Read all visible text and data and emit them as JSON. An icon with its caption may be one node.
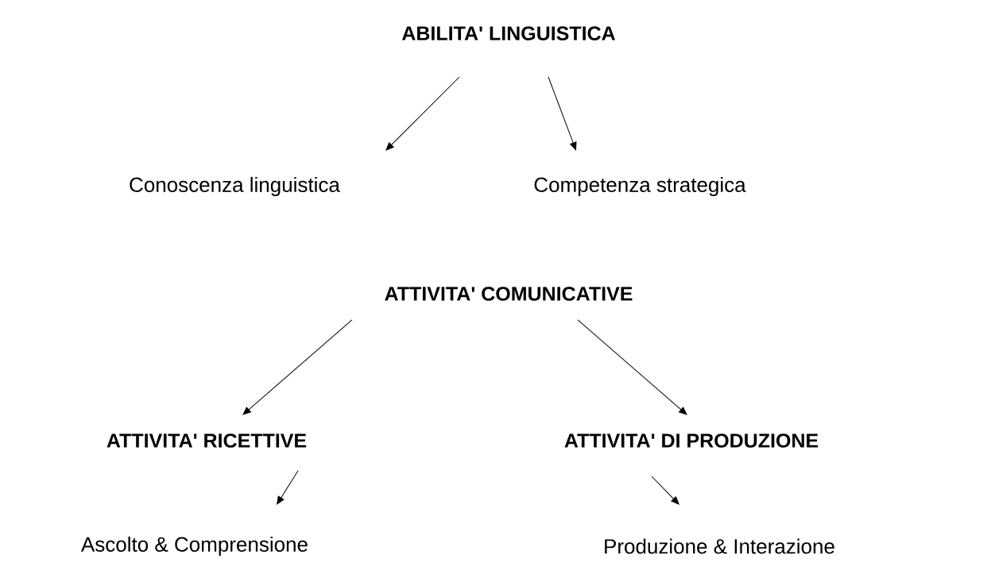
{
  "diagram": {
    "nodes": [
      {
        "text": [
          "ABILITA' LINGUISTICA"
        ]
      },
      {
        "text": [
          "Conoscenza linguistica"
        ]
      },
      {
        "text": [
          "Competenza strategica"
        ]
      },
      {
        "text": [
          "ATTIVITA' COMUNICATIVE"
        ]
      },
      {
        "text": [
          "ATTIVITA' RICETTIVE"
        ]
      },
      {
        "text": [
          "ATTIVITA' DI PRODUZIONE"
        ]
      },
      {
        "text": [
          "Ascolto & Comprensione"
        ]
      },
      {
        "text": [
          "Produzione & Interazione"
        ]
      }
    ],
    "edges": [
      {
        "from": 0,
        "to": 1,
        "arrow": "to"
      },
      {
        "from": 0,
        "to": 2,
        "arrow": "to"
      },
      {
        "from": 3,
        "to": 4,
        "arrow": "to"
      },
      {
        "from": 3,
        "to": 5,
        "arrow": "to"
      },
      {
        "from": 4,
        "to": 6,
        "arrow": "to"
      },
      {
        "from": 5,
        "to": 7,
        "arrow": "to"
      }
    ]
  }
}
